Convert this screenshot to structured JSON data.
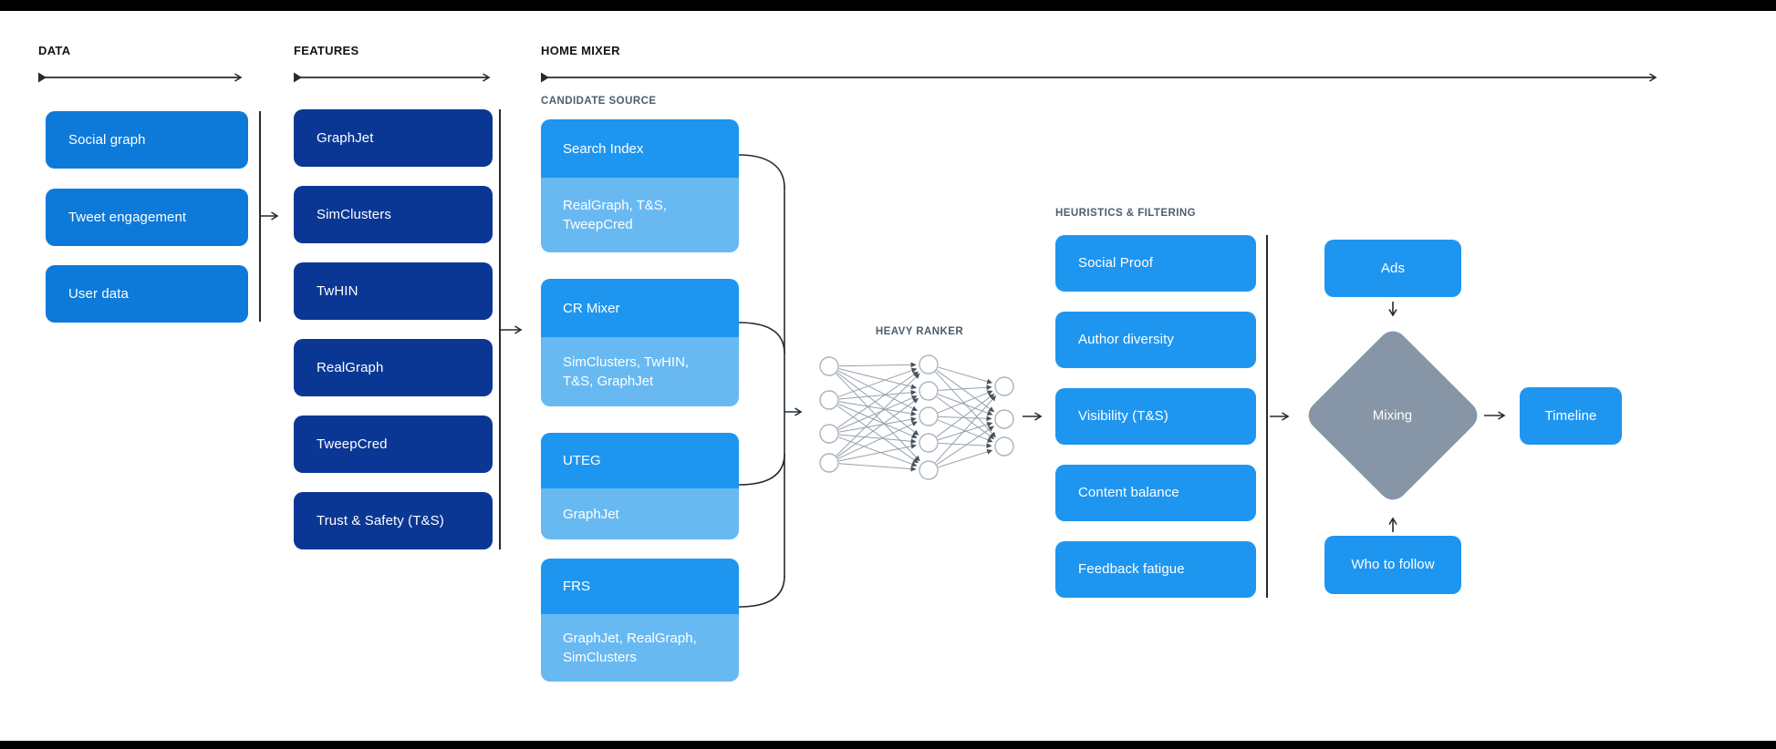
{
  "colors": {
    "ink": "#0f1419",
    "slate": "#4e5e6d",
    "line": "#242b33",
    "lane-blue": "#0d7ad9",
    "navy": "#0b3794",
    "bright-blue": "#1e96f0",
    "light-blue": "#68b9f2",
    "diamond-gray": "#8696a7",
    "nn-edge": "#97a1ac",
    "nn-node-stroke": "#aab3bc",
    "box-text": "#ffffff"
  },
  "lanes": {
    "data": {
      "label": "DATA",
      "items": [
        "Social graph",
        "Tweet engagement",
        "User data"
      ]
    },
    "features": {
      "label": "FEATURES",
      "items": [
        "GraphJet",
        "SimClusters",
        "TwHIN",
        "RealGraph",
        "TweepCred",
        "Trust & Safety (T&S)"
      ]
    },
    "home_mixer": {
      "label": "HOME MIXER"
    }
  },
  "candidate_source": {
    "label": "CANDIDATE SOURCE",
    "cards": [
      {
        "title": "Search Index",
        "sub": "RealGraph, T&S, TweepCred"
      },
      {
        "title": "CR Mixer",
        "sub": "SimClusters, TwHIN, T&S, GraphJet"
      },
      {
        "title": "UTEG",
        "sub": "GraphJet"
      },
      {
        "title": "FRS",
        "sub": "GraphJet, RealGraph, SimClusters"
      }
    ]
  },
  "heavy_ranker": {
    "label": "HEAVY RANKER",
    "layers": [
      4,
      5,
      3
    ]
  },
  "heuristics": {
    "label": "HEURISTICS & FILTERING",
    "items": [
      "Social Proof",
      "Author diversity",
      "Visibility (T&S)",
      "Content balance",
      "Feedback fatigue"
    ]
  },
  "mixing": {
    "input_top": "Ads",
    "input_bottom": "Who to follow",
    "diamond": "Mixing",
    "output": "Timeline"
  }
}
